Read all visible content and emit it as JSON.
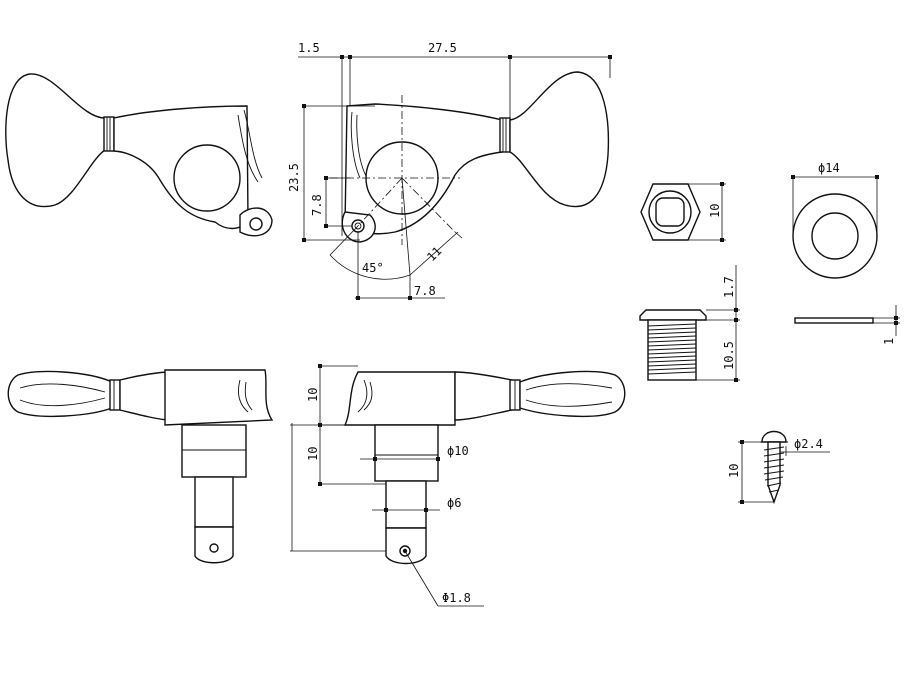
{
  "dimensions": {
    "top_width_left": "1.5",
    "top_width_right": "27.5",
    "height_total": "23.5",
    "height_hole": "7.8",
    "offset_hole": "7.8",
    "diag_len": "11",
    "angle": "45°",
    "nut_width": "10",
    "washer_dia": "ϕ14",
    "flange_height": "1.7",
    "thread_height": "10.5",
    "washer_thickness": "1",
    "screw_dia": "ϕ2.4",
    "screw_len": "10",
    "body_height": "10",
    "post_height": "10",
    "post_dia_upper": "ϕ10",
    "post_dia_lower": "ϕ6",
    "string_hole_dia": "Φ1.8"
  }
}
